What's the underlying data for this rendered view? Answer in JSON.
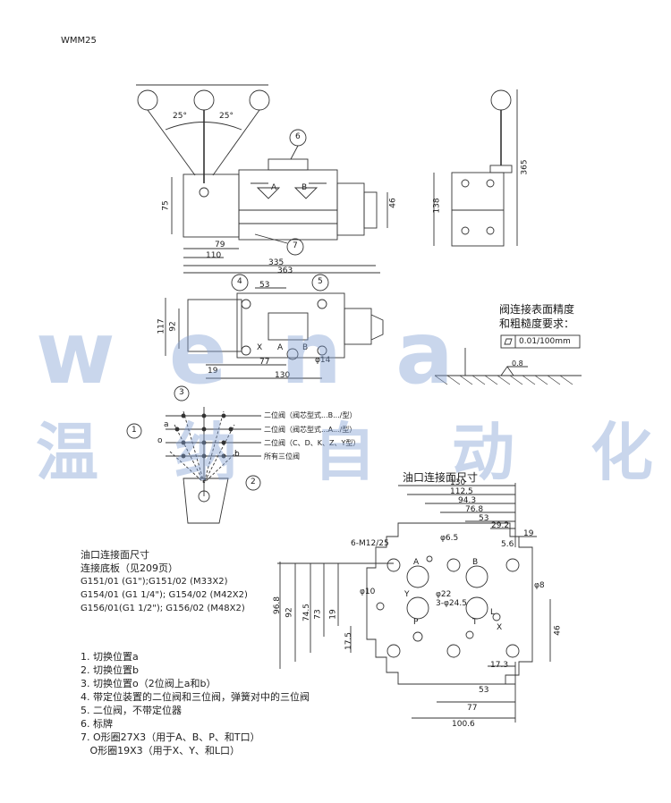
{
  "header": {
    "code": "WMM25"
  },
  "top_view": {
    "angle_left": "25°",
    "angle_right": "25°",
    "dim_75": "75",
    "dim_46": "46",
    "dim_79": "79",
    "dim_110": "110",
    "dim_335": "335",
    "dim_363": "363",
    "port_a": "A",
    "port_b": "B",
    "callout_6": "6",
    "callout_7": "7"
  },
  "side_view": {
    "dim_365": "365",
    "dim_138": "138"
  },
  "plan_view": {
    "callout_4": "4",
    "callout_5": "5",
    "dim_53": "53",
    "dim_117": "117",
    "dim_92": "92",
    "dim_19": "19",
    "dim_77": "77",
    "dim_130": "130",
    "dim_phi14": "φ14",
    "label_x": "X",
    "label_a": "A",
    "label_b": "B"
  },
  "surface_spec": {
    "line1": "阀连接表面精度",
    "line2": "和粗糙度要求：",
    "flatness": "0.01/100mm",
    "roughness": "0.8"
  },
  "watermark": {
    "latin": "wena",
    "chinese": [
      "温",
      "纳",
      "自",
      "动",
      "化"
    ]
  },
  "position_diagram": {
    "callout_1": "1",
    "callout_2": "2",
    "callout_3": "3",
    "label_a": "a",
    "label_o": "o",
    "label_b": "b",
    "legend_1": "二位阀（阀芯型式...B.../型）",
    "legend_2": "二位阀（阀芯型式...A.../型）",
    "legend_3": "二位阀（C、D、K、Z、Y型）",
    "legend_4": "所有三位阀"
  },
  "port_surface": {
    "title": "油口连接面尺寸",
    "dim_130": "130",
    "dim_112_5": "112.5",
    "dim_94_3": "94.3",
    "dim_76_8": "76.8",
    "dim_53": "53",
    "dim_29_2": "29.2",
    "dim_19": "19",
    "dim_56": "5.6",
    "dim_17_3": "17.3",
    "dim_77": "77",
    "dim_100_6": "100.6",
    "dim_96_8": "96.8",
    "dim_92": "92",
    "dim_74_5": "74.5",
    "dim_73": "73",
    "dim_19v": "19",
    "dim_17_5": "17.5",
    "dim_46": "46",
    "thread": "6-M12/25",
    "phi6_5": "φ6.5",
    "phi10": "φ10",
    "phi22": "φ22",
    "phi24_5": "3-φ24.5",
    "phi8": "φ8",
    "label_a": "A",
    "label_b": "B",
    "label_p": "P",
    "label_t": "T",
    "label_x": "X",
    "label_y": "Y",
    "label_l": "L"
  },
  "notes": {
    "subplate_title": "油口连接面尺寸",
    "subplate_ref": "连接底板（见209页）",
    "models": [
      "G151/01 (G1\");G151/02 (M33X2)",
      "G154/01 (G1 1/4\"); G154/02 (M42X2)",
      "G156/01(G1 1/2\"); G156/02 (M48X2)"
    ],
    "items": [
      "1. 切换位置a",
      "2. 切换位置b",
      "3. 切换位置o（2位阀上a和b）",
      "4. 带定位装置的二位阀和三位阀，弹簧对中的三位阀",
      "5. 二位阀，不带定位器",
      "6. 标牌",
      "7. O形圈27X3（用于A、B、P、和T口）",
      "   O形圈19X3（用于X、Y、和L口）"
    ]
  }
}
